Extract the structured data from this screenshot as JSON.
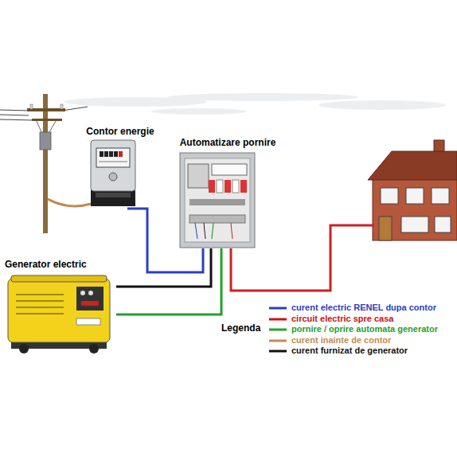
{
  "diagram": {
    "nodes": [
      {
        "text": [
          "Contor energie"
        ]
      },
      {
        "text": [
          "Automatizare pornire"
        ]
      },
      {
        "text": [
          "Generator electric"
        ]
      }
    ],
    "edges": [
      {
        "from": 0,
        "to": 1,
        "arrow": "none"
      },
      {
        "from": 2,
        "to": 1,
        "arrow": "none"
      },
      {
        "from": 2,
        "to": 1,
        "arrow": "none"
      }
    ],
    "labels": [
      "Legenda"
    ],
    "legend": [
      {
        "text": "curent electric RENEL dupa contor"
      },
      {
        "text": "circuit electric spre casa"
      },
      {
        "text": "pornire / oprire automata generator"
      },
      {
        "text": "curent inainte de contor"
      },
      {
        "text": "curent furnizat de generator"
      }
    ]
  }
}
